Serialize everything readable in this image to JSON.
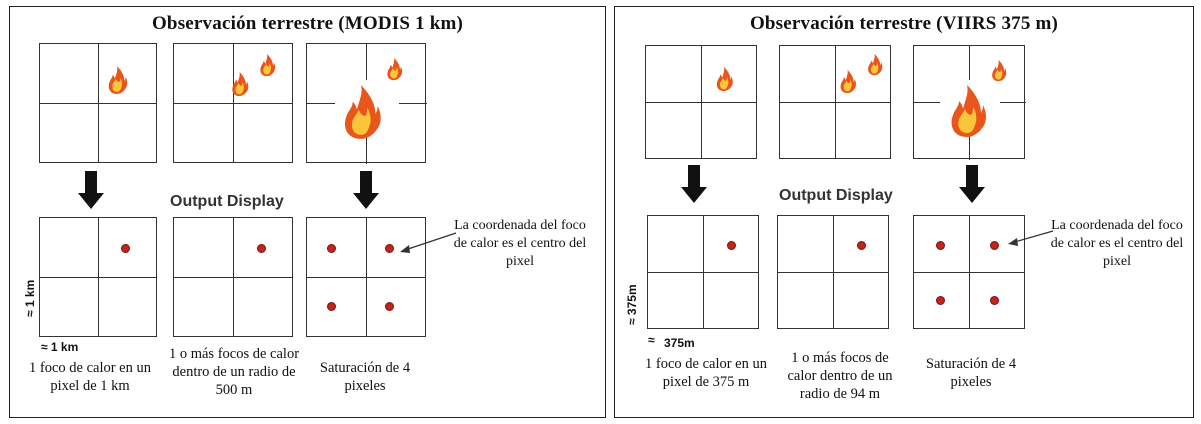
{
  "panels": [
    {
      "title": "Observación terrestre (MODIS 1 km)",
      "output_label": "Output Display",
      "captions": [
        "1 foco de calor en un pixel de 1 km",
        "1 o más focos de calor dentro de un radio de 500 m",
        "Saturación de 4 pixeles"
      ],
      "note": "La coordenada del foco de calor es el centro del pixel",
      "scale_vertical": "≈ 1 km",
      "scale_horizontal": "≈ 1 km",
      "fire_icon": "flame-icon",
      "dot_color": "#c0261c"
    },
    {
      "title": "Observación terrestre (VIIRS 375 m)",
      "output_label": "Output Display",
      "captions": [
        "1 foco de calor en un pixel de 375 m",
        "1 o más focos de calor dentro de un radio de 94 m",
        "Saturación de 4 pixeles"
      ],
      "note": "La coordenada del foco de calor es el centro del pixel",
      "scale_vertical": "≈ 375m",
      "scale_horizontal_symbol": "≈",
      "scale_horizontal_value": "375m",
      "fire_icon": "flame-icon",
      "dot_color": "#c0261c"
    }
  ]
}
